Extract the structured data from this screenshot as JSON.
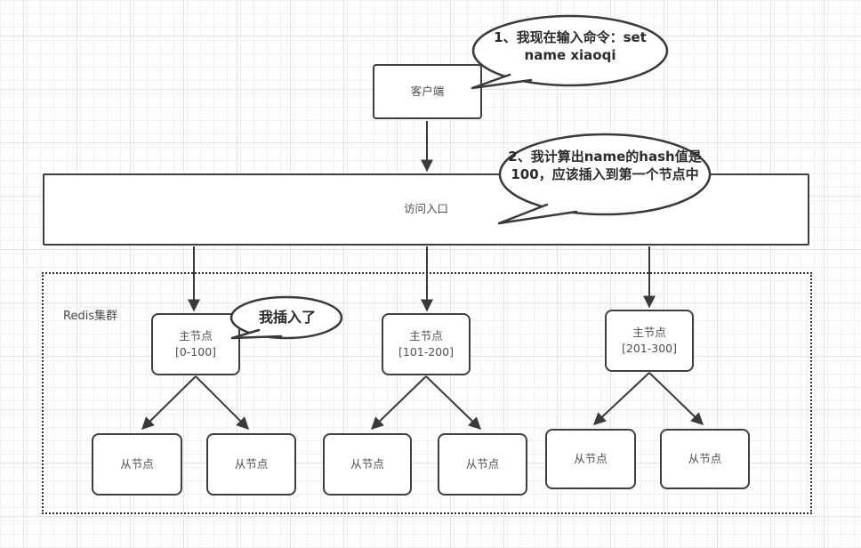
{
  "diagram": {
    "title": "Redis cluster hash-slot insertion flow",
    "colors": {
      "stroke": "#3f3f3f",
      "node_text": "#4f4f4f",
      "bubble_text": "#2b2b2b",
      "grid_minor": "#f1f1f1",
      "grid_major": "#e3e3e3",
      "background": "#fdfdfd"
    },
    "nodes": {
      "client": {
        "label": "客户端"
      },
      "access": {
        "label": "访问入口"
      },
      "cluster": {
        "label": "Redis集群"
      },
      "masters": [
        {
          "label": "主节点\n[0-100]"
        },
        {
          "label": "主节点\n[101-200]"
        },
        {
          "label": "主节点\n[201-300]"
        }
      ],
      "slaves": [
        {
          "label": "从节点"
        },
        {
          "label": "从节点"
        },
        {
          "label": "从节点"
        },
        {
          "label": "从节点"
        },
        {
          "label": "从节点"
        },
        {
          "label": "从节点"
        }
      ]
    },
    "bubbles": {
      "step1": {
        "text": "1、我现在输入命令：set name xiaoqi"
      },
      "step2": {
        "text": "2、我计算出name的hash值是100，应该插入到第一个节点中"
      },
      "inserted": {
        "text": "我插入了"
      }
    }
  }
}
